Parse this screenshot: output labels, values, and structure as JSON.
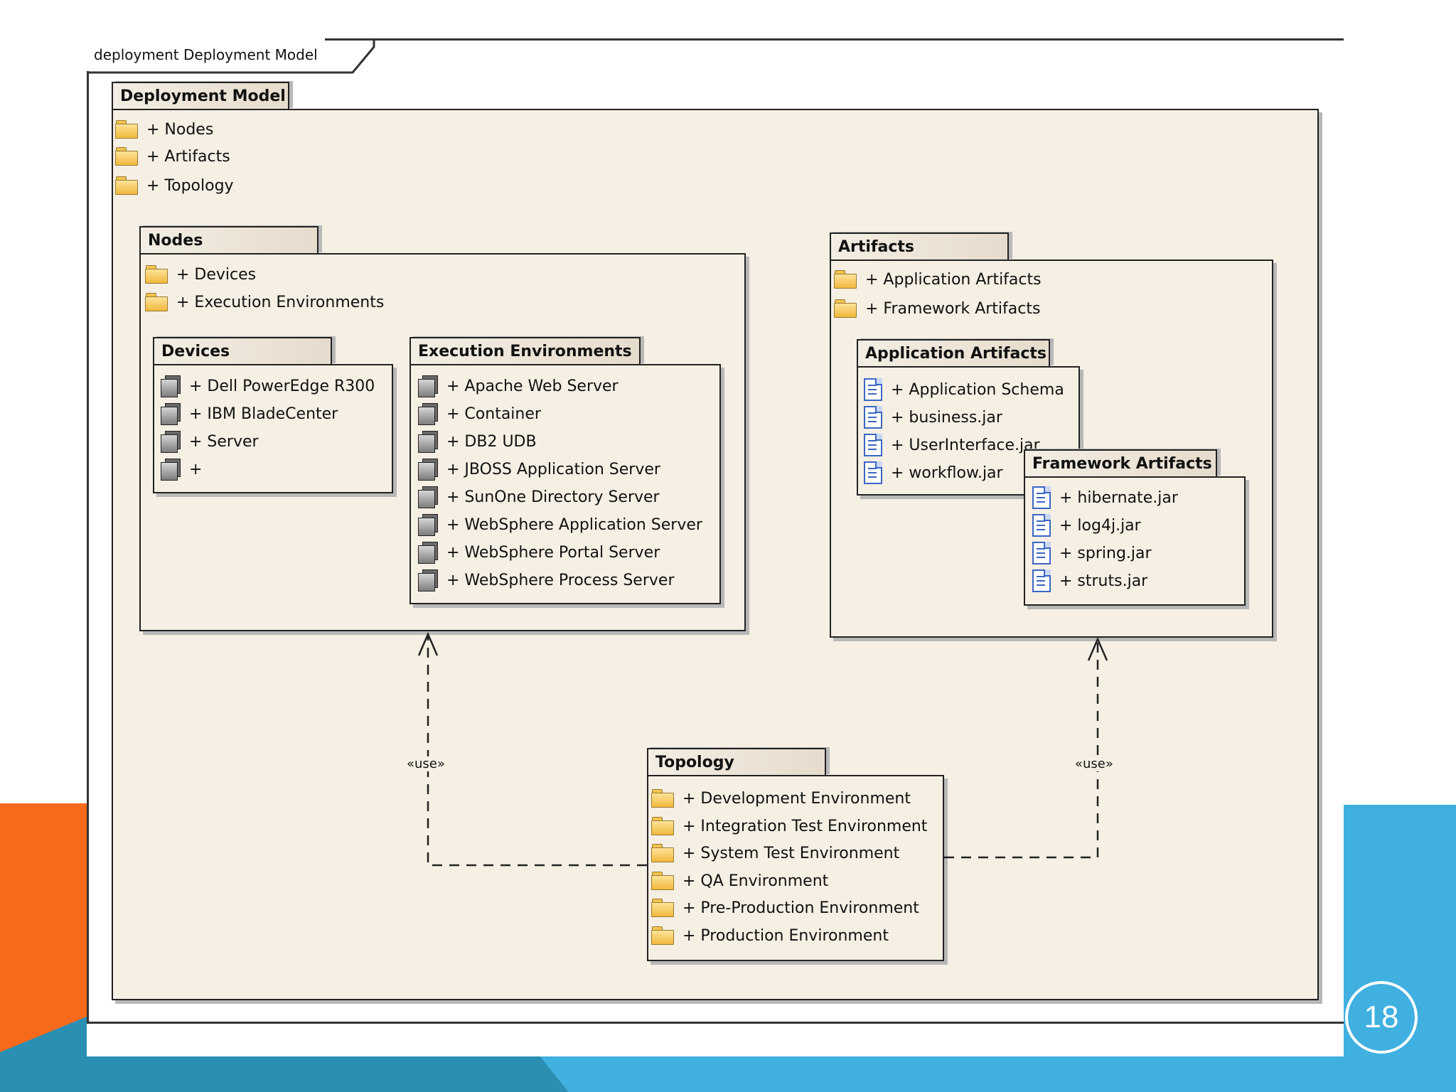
{
  "frame_title": "deployment Deployment Model",
  "deployment_model": {
    "title": "Deployment Model",
    "items": [
      "+ Nodes",
      "+ Artifacts",
      "+ Topology"
    ]
  },
  "nodes": {
    "title": "Nodes",
    "items": [
      "+ Devices",
      "+ Execution Environments"
    ]
  },
  "devices": {
    "title": "Devices",
    "items": [
      "+ Dell PowerEdge R300",
      "+ IBM BladeCenter",
      "+ Server",
      "+"
    ]
  },
  "execution_environments": {
    "title": "Execution Environments",
    "items": [
      "+ Apache Web Server",
      "+ Container",
      "+ DB2 UDB",
      "+ JBOSS Application Server",
      "+ SunOne Directory Server",
      "+ WebSphere Application Server",
      "+ WebSphere Portal Server",
      "+ WebSphere Process Server"
    ]
  },
  "artifacts": {
    "title": "Artifacts",
    "items": [
      "+ Application Artifacts",
      "+ Framework Artifacts"
    ]
  },
  "application_artifacts": {
    "title": "Application Artifacts",
    "items": [
      "+ Application Schema",
      "+ business.jar",
      "+ UserInterface.jar",
      "+ workflow.jar"
    ]
  },
  "framework_artifacts": {
    "title": "Framework Artifacts",
    "items": [
      "+ hibernate.jar",
      "+ log4j.jar",
      "+ spring.jar",
      "+ struts.jar"
    ]
  },
  "topology": {
    "title": "Topology",
    "items": [
      "+ Development Environment",
      "+ Integration Test Environment",
      "+ System Test Environment",
      "+ QA Environment",
      "+ Pre-Production Environment",
      "+ Production Environment"
    ]
  },
  "relations": {
    "use_left": "«use»",
    "use_right": "«use»"
  },
  "slide": {
    "number": "18"
  },
  "colors": {
    "package_fill": "#f5efe4",
    "accent_orange": "#f76a1c",
    "accent_blue": "#3fb0e0",
    "folder": "#f5c451",
    "artifact": "#3b66c4"
  }
}
